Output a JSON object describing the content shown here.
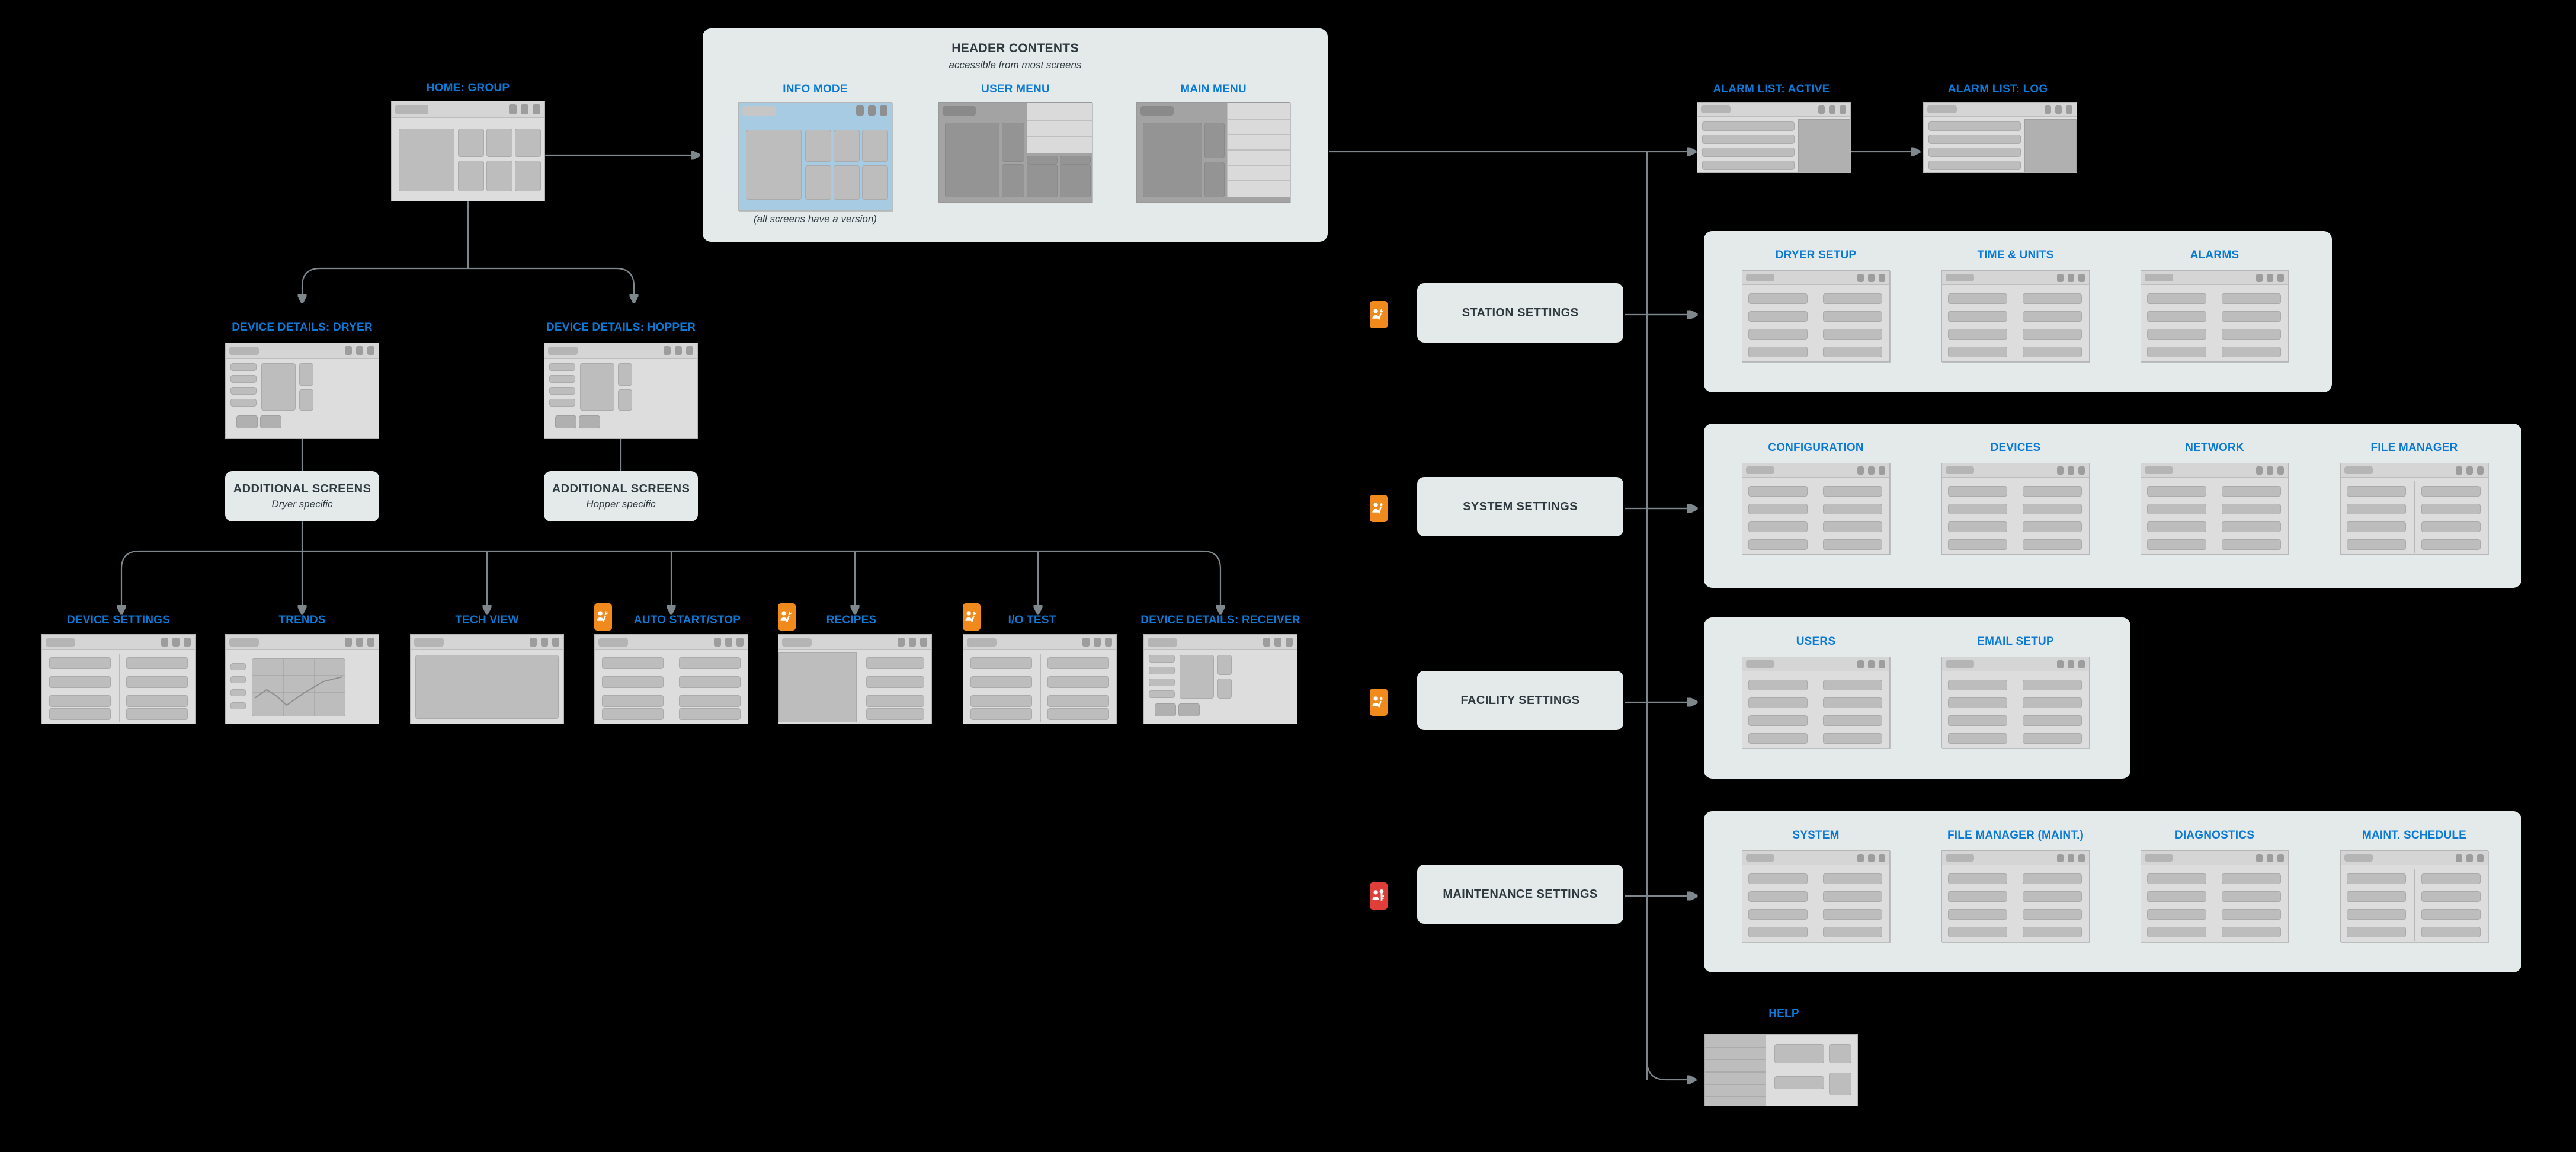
{
  "colors": {
    "background": "#000000",
    "screen_label": "#0a7ad6",
    "panel_bg": "#e4e9ea",
    "wireframe_bg": "#dddddd",
    "info_mode_tint": "#a8cbe4",
    "connector": "#7e878c",
    "badge_technician": "#f08a1d",
    "badge_maintenance": "#df3f38",
    "text_dark": "#2f3a40"
  },
  "header_panel": {
    "title": "HEADER CONTENTS",
    "subtitle": "accessible from most screens",
    "note": "(all screens have a version)",
    "screens": [
      {
        "label": "INFO MODE",
        "kind": "info"
      },
      {
        "label": "USER MENU",
        "kind": "menu"
      },
      {
        "label": "MAIN MENU",
        "kind": "menu"
      }
    ]
  },
  "home": {
    "label": "HOME: GROUP"
  },
  "device_branches": [
    {
      "label": "DEVICE DETAILS: DRYER",
      "extra_title": "ADDITIONAL SCREENS",
      "extra_sub": "Dryer specific"
    },
    {
      "label": "DEVICE DETAILS: HOPPER",
      "extra_title": "ADDITIONAL SCREENS",
      "extra_sub": "Hopper specific"
    }
  ],
  "bottom_row": [
    {
      "label": "DEVICE SETTINGS",
      "badge": "none"
    },
    {
      "label": "TRENDS",
      "badge": "none"
    },
    {
      "label": "TECH VIEW",
      "badge": "none"
    },
    {
      "label": "AUTO START/STOP",
      "badge": "technician"
    },
    {
      "label": "RECIPES",
      "badge": "technician"
    },
    {
      "label": "I/O TEST",
      "badge": "technician"
    },
    {
      "label": "DEVICE DETAILS: RECEIVER",
      "badge": "none"
    }
  ],
  "alarm_screens": [
    {
      "label": "ALARM LIST: ACTIVE"
    },
    {
      "label": "ALARM LIST: LOG"
    }
  ],
  "settings_groups": [
    {
      "label": "STATION SETTINGS",
      "badge": "technician",
      "screens": [
        {
          "label": "DRYER SETUP"
        },
        {
          "label": "TIME & UNITS"
        },
        {
          "label": "ALARMS"
        }
      ]
    },
    {
      "label": "SYSTEM SETTINGS",
      "badge": "technician",
      "screens": [
        {
          "label": "CONFIGURATION"
        },
        {
          "label": "DEVICES"
        },
        {
          "label": "NETWORK"
        },
        {
          "label": "FILE MANAGER"
        }
      ]
    },
    {
      "label": "FACILITY SETTINGS",
      "badge": "technician",
      "screens": [
        {
          "label": "USERS"
        },
        {
          "label": "EMAIL SETUP"
        }
      ]
    },
    {
      "label": "MAINTENANCE SETTINGS",
      "badge": "maintenance",
      "screens": [
        {
          "label": "SYSTEM"
        },
        {
          "label": "FILE MANAGER (MAINT.)"
        },
        {
          "label": "DIAGNOSTICS"
        },
        {
          "label": "MAINT. SCHEDULE"
        }
      ]
    }
  ],
  "help": {
    "label": "HELP"
  },
  "icons": {
    "technician_badge": "person-wrench-icon",
    "maintenance_badge": "person-key-icon"
  }
}
